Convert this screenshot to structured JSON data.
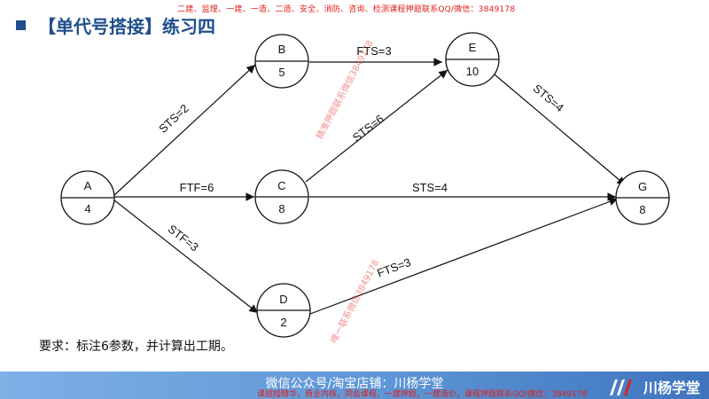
{
  "banner": "二建、监理、一建、一造、二造、安全、消防、咨询、检测课程押题联系QQ/微信：3849178",
  "title": "【单代号搭接】练习四",
  "nodes": {
    "A": {
      "name": "A",
      "duration": "4"
    },
    "B": {
      "name": "B",
      "duration": "5"
    },
    "C": {
      "name": "C",
      "duration": "8"
    },
    "D": {
      "name": "D",
      "duration": "2"
    },
    "E": {
      "name": "E",
      "duration": "10"
    },
    "G": {
      "name": "G",
      "duration": "8"
    }
  },
  "edges": {
    "AB": "STS=2",
    "AC": "FTF=6",
    "AD": "STF=3",
    "BE": "FTS=3",
    "CE": "STS=6",
    "CG": "STS=4",
    "EG": "STS=4",
    "DG": "FTS=3"
  },
  "requirement": "要求：标注6参数，并计算出工期。",
  "watermarks": {
    "w1": "精准押题联系微信3849178",
    "w2": "唯一联系微信3849178"
  },
  "footer": {
    "text": "微信公众号/淘宝店铺：川杨学堂",
    "small": "课题授精华，商业内核，同会课程，一建押题，一建造价，课程押题联系QQ/微信：3849178",
    "brand": "川杨学堂"
  }
}
